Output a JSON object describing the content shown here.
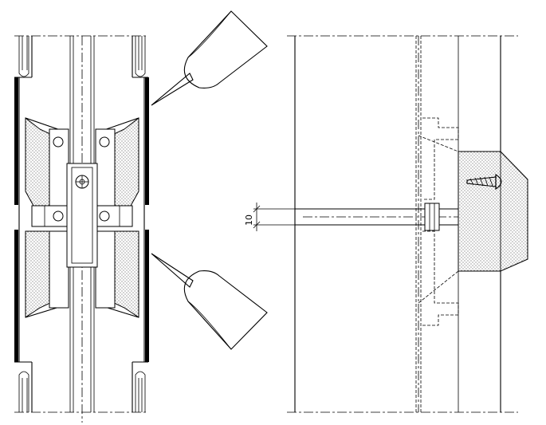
{
  "dimension": {
    "gap_value": "10"
  },
  "colors": {
    "line": "#000000",
    "background": "#ffffff"
  },
  "icons": {
    "left_view": "joint-section-plan",
    "right_view": "joint-elevation",
    "nozzles": "sealant-gun-nozzle",
    "fastener": "screw-icon"
  }
}
